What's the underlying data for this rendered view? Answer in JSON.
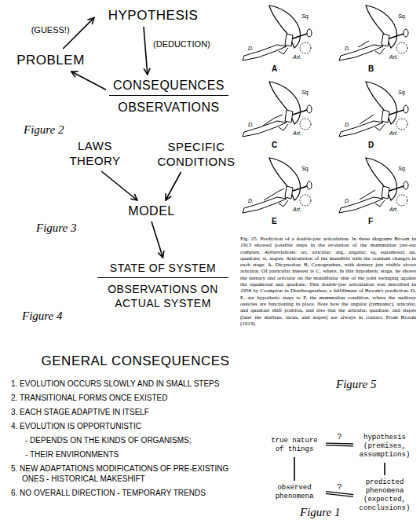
{
  "diagram": {
    "nodes": [
      {
        "text": [
          "HYPOTHESIS"
        ]
      },
      {
        "text": [
          "PROBLEM"
        ]
      },
      {
        "text": [
          "CONSEQUENCES",
          "OBSERVATIONS"
        ]
      },
      {
        "text": [
          "LAWS THEORY"
        ]
      },
      {
        "text": [
          "SPECIFIC CONDITIONS"
        ]
      },
      {
        "text": [
          "MODEL"
        ]
      },
      {
        "text": [
          "STATE OF SYSTEM",
          "OBSERVATIONS ON ACTUAL SYSTEM"
        ]
      },
      {
        "text": [
          "true nature of things"
        ]
      },
      {
        "text": [
          "hypothesis (premises, assumptions)"
        ]
      },
      {
        "text": [
          "observed phenomena"
        ]
      },
      {
        "text": [
          "predicted phenomena (expected, conclusions)"
        ]
      }
    ],
    "edges": [
      {
        "from": 1,
        "to": 0,
        "arrow": "to",
        "label": "(GUESS!)"
      },
      {
        "from": 0,
        "to": 2,
        "arrow": "to",
        "label": "(DEDUCTION)"
      },
      {
        "from": 2,
        "to": 1,
        "arrow": "to"
      },
      {
        "from": 3,
        "to": 5,
        "arrow": "to"
      },
      {
        "from": 4,
        "to": 5,
        "arrow": "to"
      },
      {
        "from": 5,
        "to": 6,
        "arrow": "to"
      },
      {
        "from": 7,
        "to": 8,
        "arrow": "none",
        "label": "?"
      },
      {
        "from": 9,
        "to": 10,
        "arrow": "none",
        "label": "?"
      },
      {
        "from": 7,
        "to": 9,
        "arrow": "none"
      },
      {
        "from": 8,
        "to": 10,
        "arrow": "none"
      }
    ],
    "labels": [
      "Figure 2",
      "Figure 3",
      "Figure 4",
      "GENERAL CONSEQUENCES",
      "1. EVOLUTION OCCURS SLOWLY AND IN SMALL STEPS",
      "2. TRANSITIONAL FORMS ONCE EXISTED",
      "3. EACH STAGE ADAPTIVE IN ITSELF",
      "4. EVOLUTION IS OPPORTUNISTIC",
      "- DEPENDS ON THE KINDS OF ORGANISMS;",
      "- THEIR ENVIRONMENTS",
      "5. NEW ADAPTATIONS MODIFICATIONS OF PRE-EXISTING ONES - HISTORICAL MAKESHIFT",
      "6. NO OVERALL DIRECTION - TEMPORARY TRENDS",
      "A",
      "Sq.",
      "D.",
      "Art.",
      "B",
      "Sq.",
      "D.",
      "Art.",
      "C",
      "Sq.",
      "D.",
      "Art.",
      "D",
      "Sq.",
      "D.",
      "Art.",
      "E",
      "Sq.",
      "D.",
      "Art.",
      "F",
      "Sq.",
      "D.",
      "Art.",
      "Fig. 25. Prediction of a double-jaw articulation. In these diagrams Broom in 1913 showed possible steps in the evolution of the mammalian jaw-ear complex. Abbreviations: art, articular; ang, angular; sq, squamosal; qu, quadrate; st, stapes. Articulation of the mandible with the cranium changes in each stage. A, Dicynodon; B, Cynognathus, with dentary just visible above articular. Of particular interest is C, where, in this hypothetic stage, he shows the dentary and articular on the mandibular side of the joint swinging against the squamosal and quadrate. This double-jaw articulation was described in 1958 by Crompton in Diarthrognathus, a fulfillment of Broom's prediction. D, E, are hypothetic steps to F, the mammalian condition, where the auditory ossicles are functioning in place. Note how the angular (tympanic), articular, and quadrate shift position, and also that the articular, quadrate, and stapes (later the malleus, incus, and stapes) are always in contact. From Broom (1913).",
      "Figure 5",
      "Figure 1"
    ]
  }
}
